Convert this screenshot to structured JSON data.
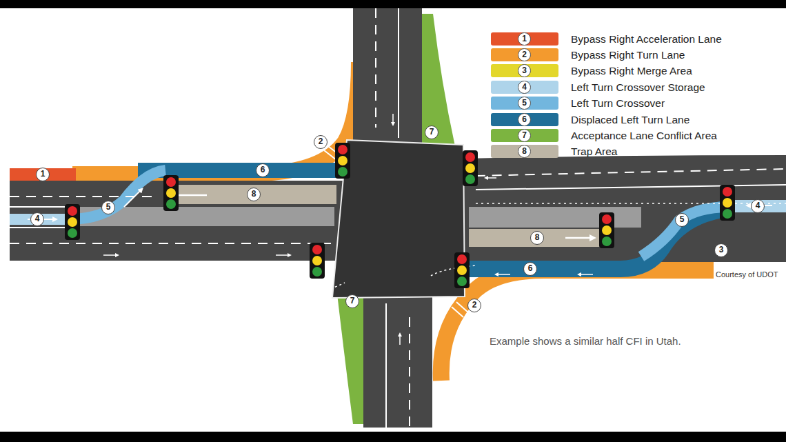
{
  "diagram": {
    "labels": [
      "1",
      "2",
      "3",
      "4",
      "5",
      "6",
      "7",
      "8",
      "1",
      "2",
      "5",
      "6",
      "8",
      "4",
      "7",
      "7",
      "4",
      "5",
      "8",
      "6",
      "3",
      "2",
      "Example shows a similar half CFI in Utah.",
      "Courtesy of UDOT"
    ],
    "legend": [
      {
        "text": "Bypass Right Acceleration Lane",
        "color": "#e5532b"
      },
      {
        "text": "Bypass Right Turn Lane",
        "color": "#f39a2e"
      },
      {
        "text": "Bypass Right Merge Area",
        "color": "#e3d72b"
      },
      {
        "text": "Left Turn Crossover Storage",
        "color": "#aed4ea"
      },
      {
        "text": "Left Turn Crossover",
        "color": "#72b6de"
      },
      {
        "text": "Displaced Left Turn Lane",
        "color": "#1f6e98"
      },
      {
        "text": "Acceptance Lane Conflict Area",
        "color": "#7cb440"
      },
      {
        "text": "Trap Area",
        "color": "#bdb5a5"
      }
    ]
  }
}
